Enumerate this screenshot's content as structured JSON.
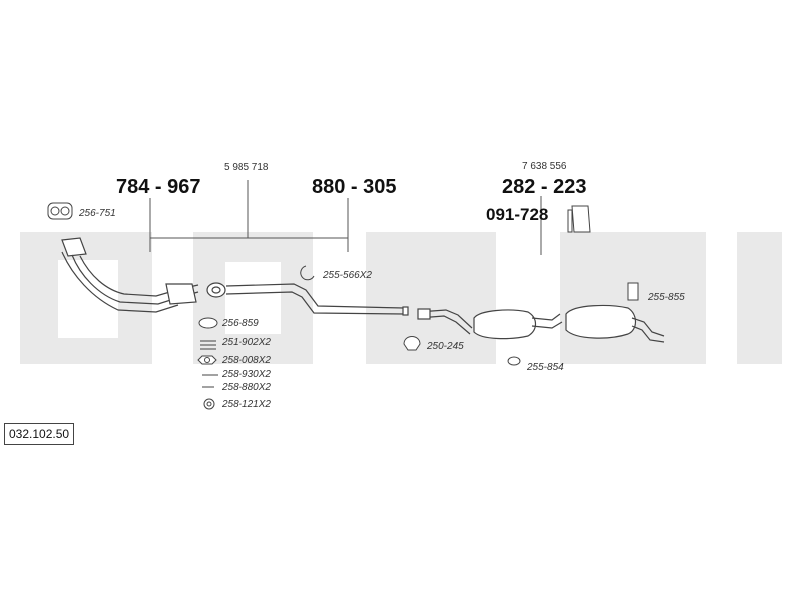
{
  "watermark_color": "#e9e9e9",
  "line_color": "#555555",
  "group_front": {
    "left_part": "784 - 967",
    "right_part": "880 - 305",
    "oe_number": "5 985 718"
  },
  "group_rear": {
    "main_part": "282 - 223",
    "oe_number": "7 638 556",
    "bracket_part": "091-728"
  },
  "part_labels": {
    "gasket_manifold": "256-751",
    "clamp_front": "255-566X2",
    "gasket_ring": "256-859",
    "spring": "251-902X2",
    "nut": "258-008X2",
    "bolt_long": "258-930X2",
    "bolt_short": "258-880X2",
    "washer": "258-121X2",
    "clamp_middle": "250-245",
    "rubber_mount": "255-854",
    "rear_hanger": "255-855"
  },
  "reference_number": "032.102.50"
}
